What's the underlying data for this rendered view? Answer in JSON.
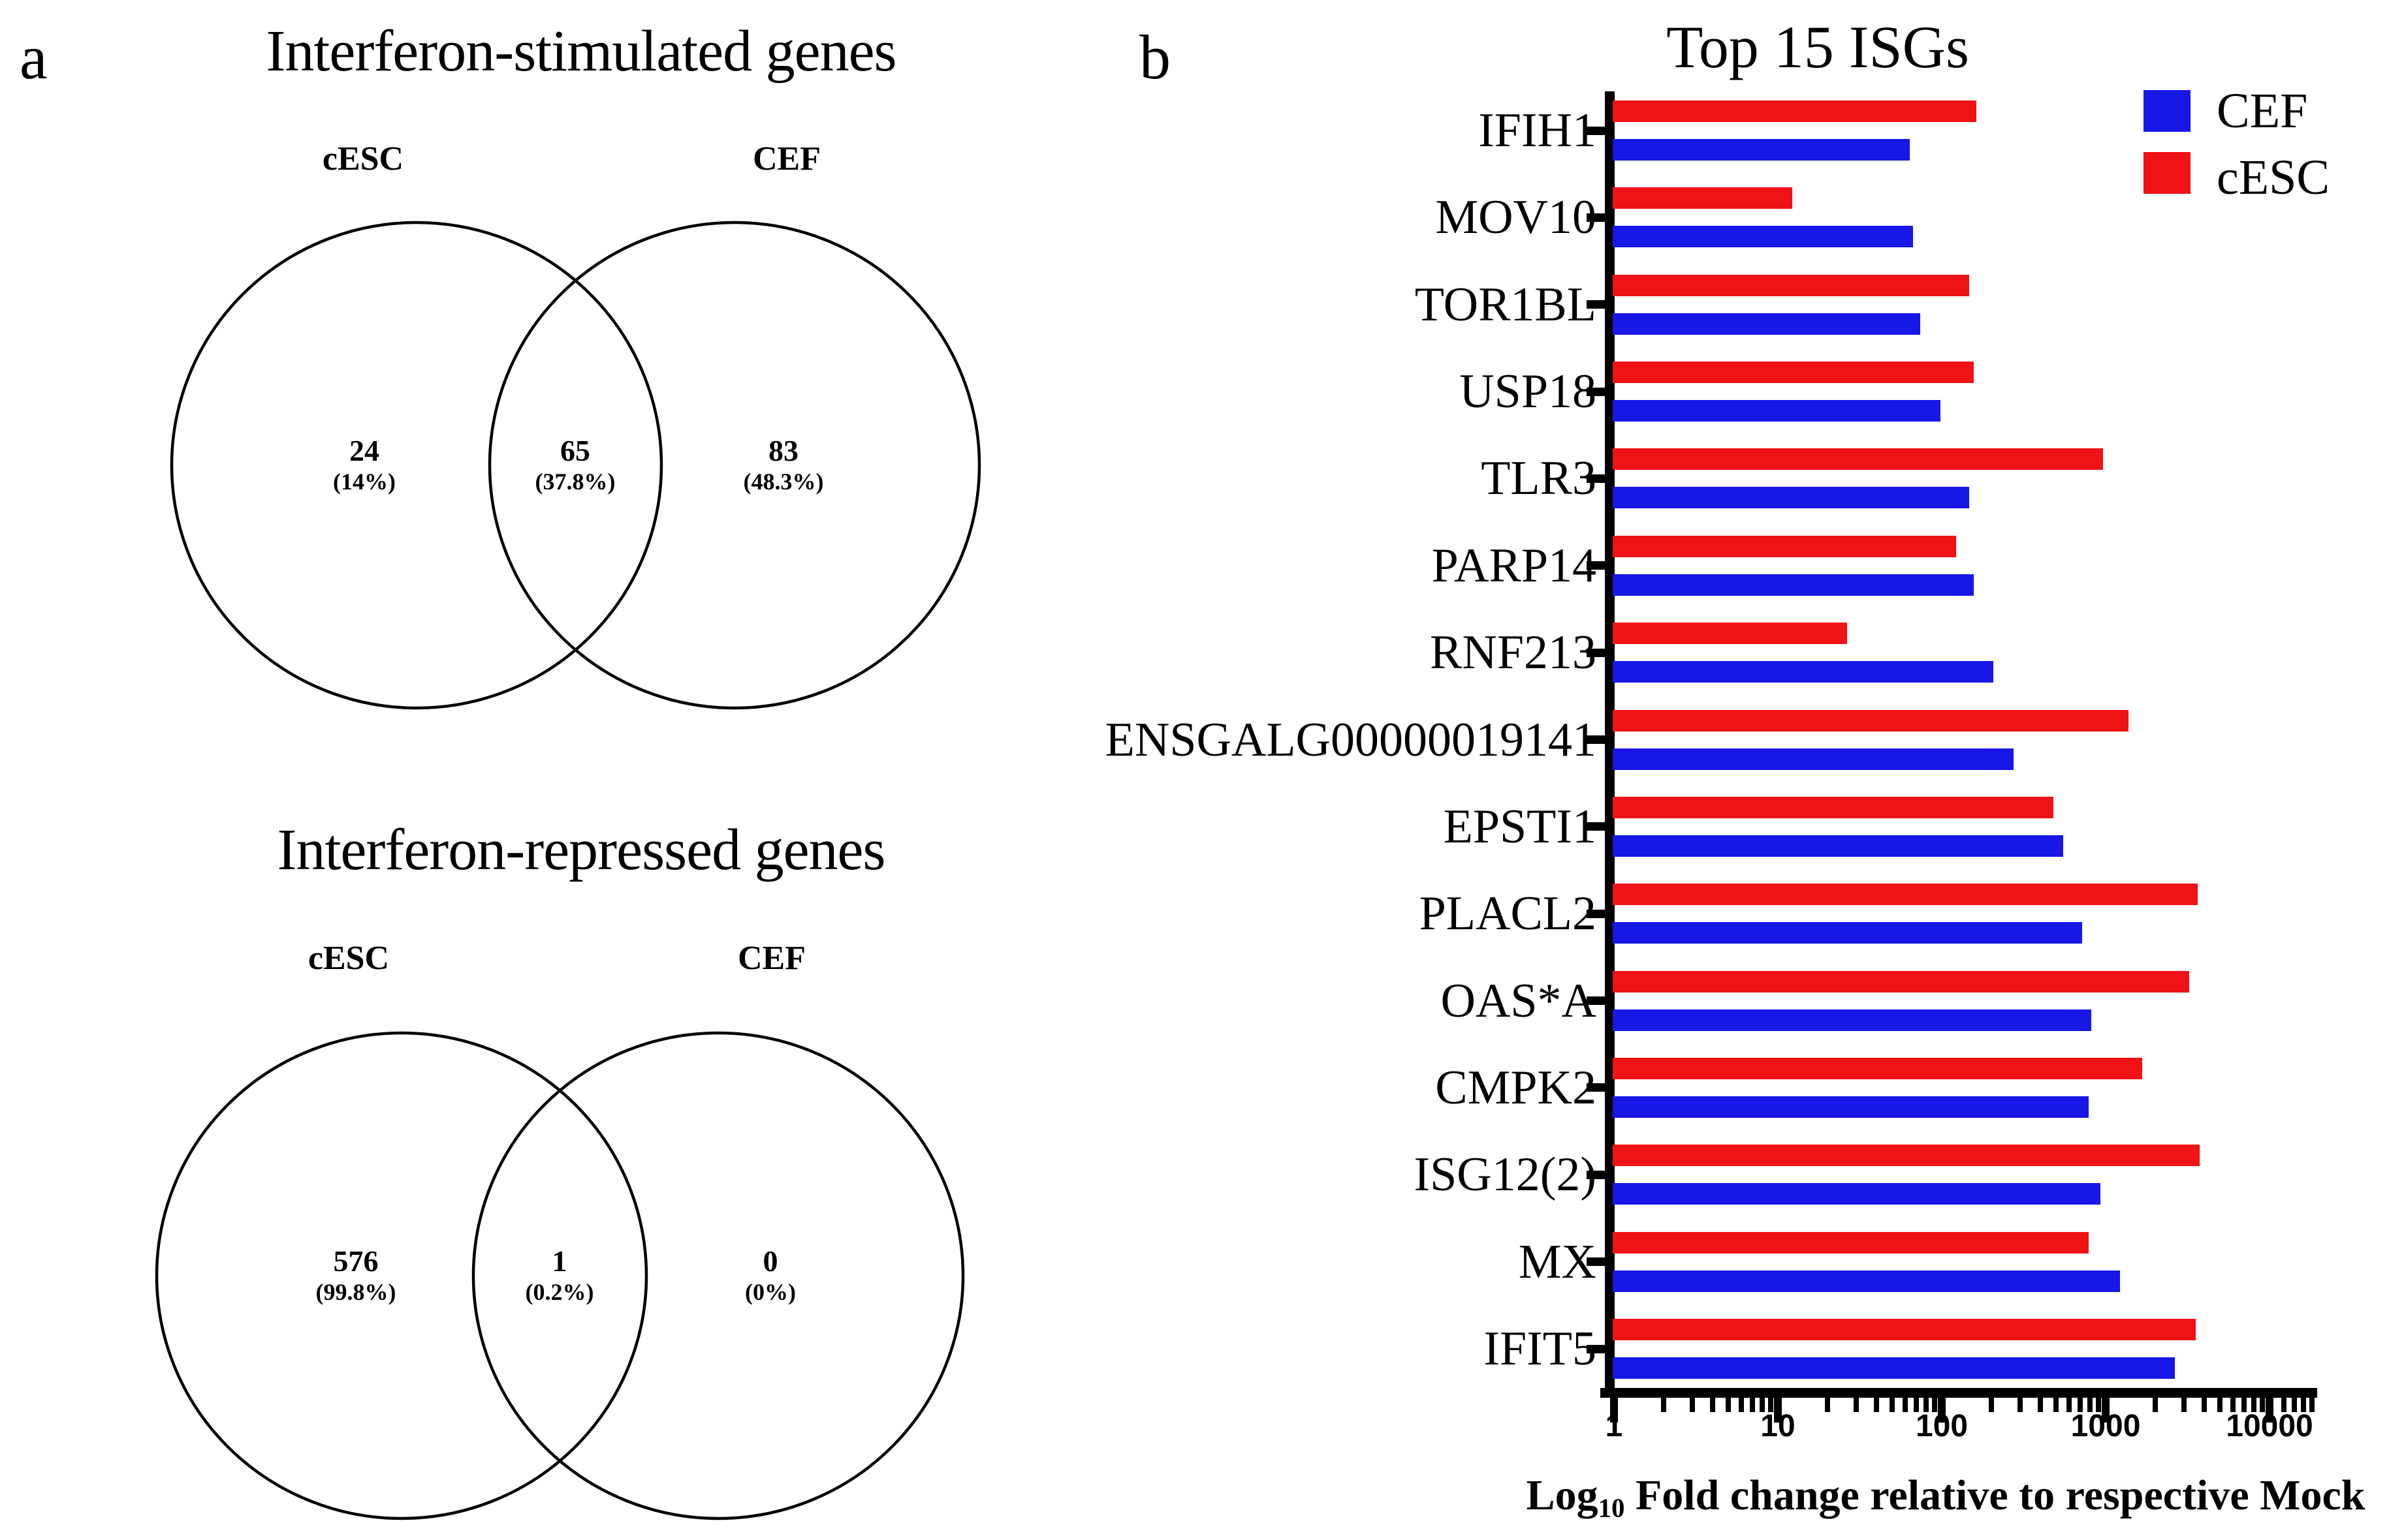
{
  "panel_a": {
    "label": "a",
    "diagrams": [
      {
        "title": "Interferon-stimulated genes",
        "left_label": "cESC",
        "right_label": "CEF",
        "regions": [
          {
            "count": "24",
            "pct": "(14%)"
          },
          {
            "count": "65",
            "pct": "(37.8%)"
          },
          {
            "count": "83",
            "pct": "(48.3%)"
          }
        ]
      },
      {
        "title": "Interferon-repressed genes",
        "left_label": "cESC",
        "right_label": "CEF",
        "regions": [
          {
            "count": "576",
            "pct": "(99.8%)"
          },
          {
            "count": "1",
            "pct": "(0.2%)"
          },
          {
            "count": "0",
            "pct": "(0%)"
          }
        ]
      }
    ]
  },
  "panel_b": {
    "label": "b",
    "title": "Top 15 ISGs",
    "legend": [
      {
        "label": "CEF",
        "color": "#1717e6"
      },
      {
        "label": "cESC",
        "color": "#ef1216"
      }
    ],
    "x_ticks": [
      "1",
      "10",
      "100",
      "1000",
      "10000"
    ],
    "xlabel_prefix": "Log",
    "xlabel_sub": "10",
    "xlabel_rest": " Fold change relative to respective Mock"
  },
  "chart_data": {
    "type": "bar",
    "orientation": "horizontal",
    "x_scale": "log10",
    "xlim": [
      1,
      10000
    ],
    "x_tick_values": [
      1,
      10,
      100,
      1000,
      10000
    ],
    "grid": false,
    "title": "Top 15 ISGs",
    "xlabel": "Log10 Fold change relative to respective Mock",
    "legend_position": "top-right",
    "group_order_top_to_bottom": [
      "cESC",
      "CEF"
    ],
    "categories": [
      "IFIH1",
      "MOV10",
      "TOR1BL",
      "USP18",
      "TLR3",
      "PARP14",
      "RNF213",
      "ENSGALG00000019141",
      "EPSTI1",
      "PLACL2",
      "OAS*A",
      "CMPK2",
      "ISG12(2)",
      "MX",
      "IFIT5"
    ],
    "series": [
      {
        "name": "cESC",
        "color": "#ef1216",
        "values": [
          165,
          12.5,
          150,
          160,
          980,
          125,
          27,
          1400,
          490,
          3700,
          3300,
          1700,
          3800,
          800,
          3600
        ]
      },
      {
        "name": "CEF",
        "color": "#1717e6",
        "values": [
          65,
          68,
          75,
          100,
          150,
          160,
          210,
          280,
          560,
          730,
          830,
          800,
          950,
          1250,
          2700
        ]
      }
    ]
  }
}
